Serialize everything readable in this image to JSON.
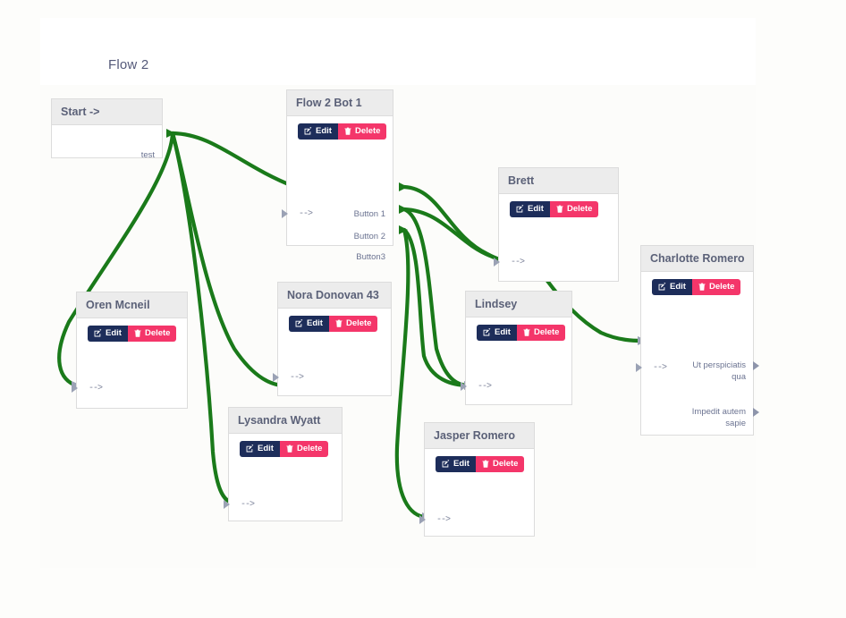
{
  "page": {
    "title": "Flow 2",
    "background_color": "#fdfdfb",
    "canvas_color": "#fcfcfa"
  },
  "theme": {
    "edit_color": "#1d2d5a",
    "delete_color": "#f4366a",
    "edge_color": "#1a7a1a",
    "node_header_color": "#ececec",
    "node_border_color": "#dcdcdc",
    "label_color": "#6b7391"
  },
  "actions": {
    "edit_label": "Edit",
    "delete_label": "Delete",
    "edit_icon": "pencil-square-icon",
    "delete_icon": "trash-icon",
    "input_arrow": "-->"
  },
  "nodes": [
    {
      "id": "start",
      "title": "Start ->",
      "has_actions": false,
      "inputs": [],
      "outputs": [
        {
          "label": "test"
        }
      ],
      "texts": []
    },
    {
      "id": "flow2bot1",
      "title": "Flow 2 Bot 1",
      "has_actions": true,
      "inputs": [
        {
          "label": "-->"
        }
      ],
      "outputs": [
        {
          "label": "Button 1"
        },
        {
          "label": "Button 2"
        },
        {
          "label": "Button3"
        }
      ],
      "texts": []
    },
    {
      "id": "brett",
      "title": "Brett",
      "has_actions": true,
      "inputs": [
        {
          "label": "-->"
        }
      ],
      "outputs": [],
      "texts": []
    },
    {
      "id": "charlotte",
      "title": "Charlotte Romero",
      "has_actions": true,
      "inputs": [
        {
          "label": "-->"
        }
      ],
      "outputs": [],
      "texts": [
        "Ut perspiciatis qua",
        "Impedit autem sapie"
      ]
    },
    {
      "id": "oren",
      "title": "Oren Mcneil",
      "has_actions": true,
      "inputs": [
        {
          "label": "-->"
        }
      ],
      "outputs": [],
      "texts": []
    },
    {
      "id": "nora",
      "title": "Nora Donovan 43",
      "has_actions": true,
      "inputs": [
        {
          "label": "-->"
        }
      ],
      "outputs": [],
      "texts": []
    },
    {
      "id": "lindsey",
      "title": "Lindsey",
      "has_actions": true,
      "inputs": [
        {
          "label": "-->"
        }
      ],
      "outputs": [],
      "texts": []
    },
    {
      "id": "lysandra",
      "title": "Lysandra Wyatt",
      "has_actions": true,
      "inputs": [
        {
          "label": "-->"
        }
      ],
      "outputs": [],
      "texts": []
    },
    {
      "id": "jasper",
      "title": "Jasper Romero",
      "has_actions": true,
      "inputs": [
        {
          "label": "-->"
        }
      ],
      "outputs": [],
      "texts": []
    }
  ]
}
